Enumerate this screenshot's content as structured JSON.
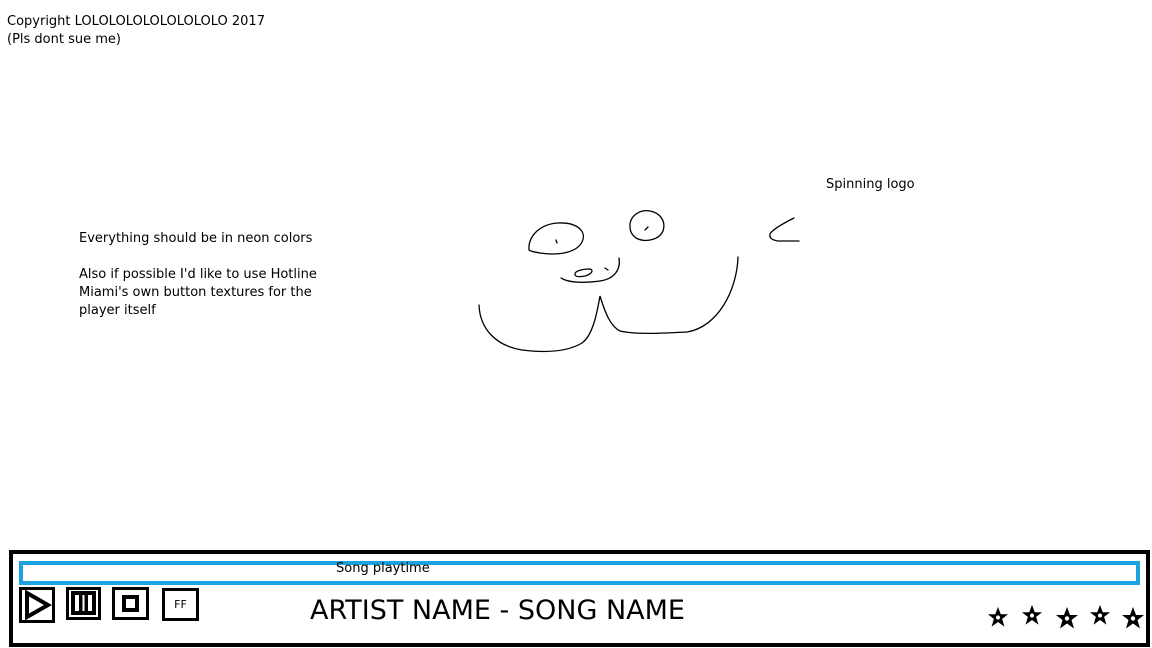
{
  "copyright": {
    "line1": "Copyright LOLOLOLOLOLOLOLOLO 2017",
    "line2": "(Pls dont sue me)"
  },
  "notes": {
    "line1": "Everything should be in neon colors",
    "line2": "Also if possible I'd like to use Hotline Miami's own button textures for the player itself"
  },
  "logo": {
    "label": "Spinning logo"
  },
  "player": {
    "progress_label": "Song playtime",
    "progress_color": "#1aa3e0",
    "controls": {
      "play_icon": "play-icon",
      "pause_icon": "pause-icon",
      "stop_icon": "stop-icon",
      "ff_label": "FF"
    },
    "track_title": "ARTIST NAME - SONG NAME",
    "rating": {
      "stars": 5,
      "max": 5
    }
  }
}
